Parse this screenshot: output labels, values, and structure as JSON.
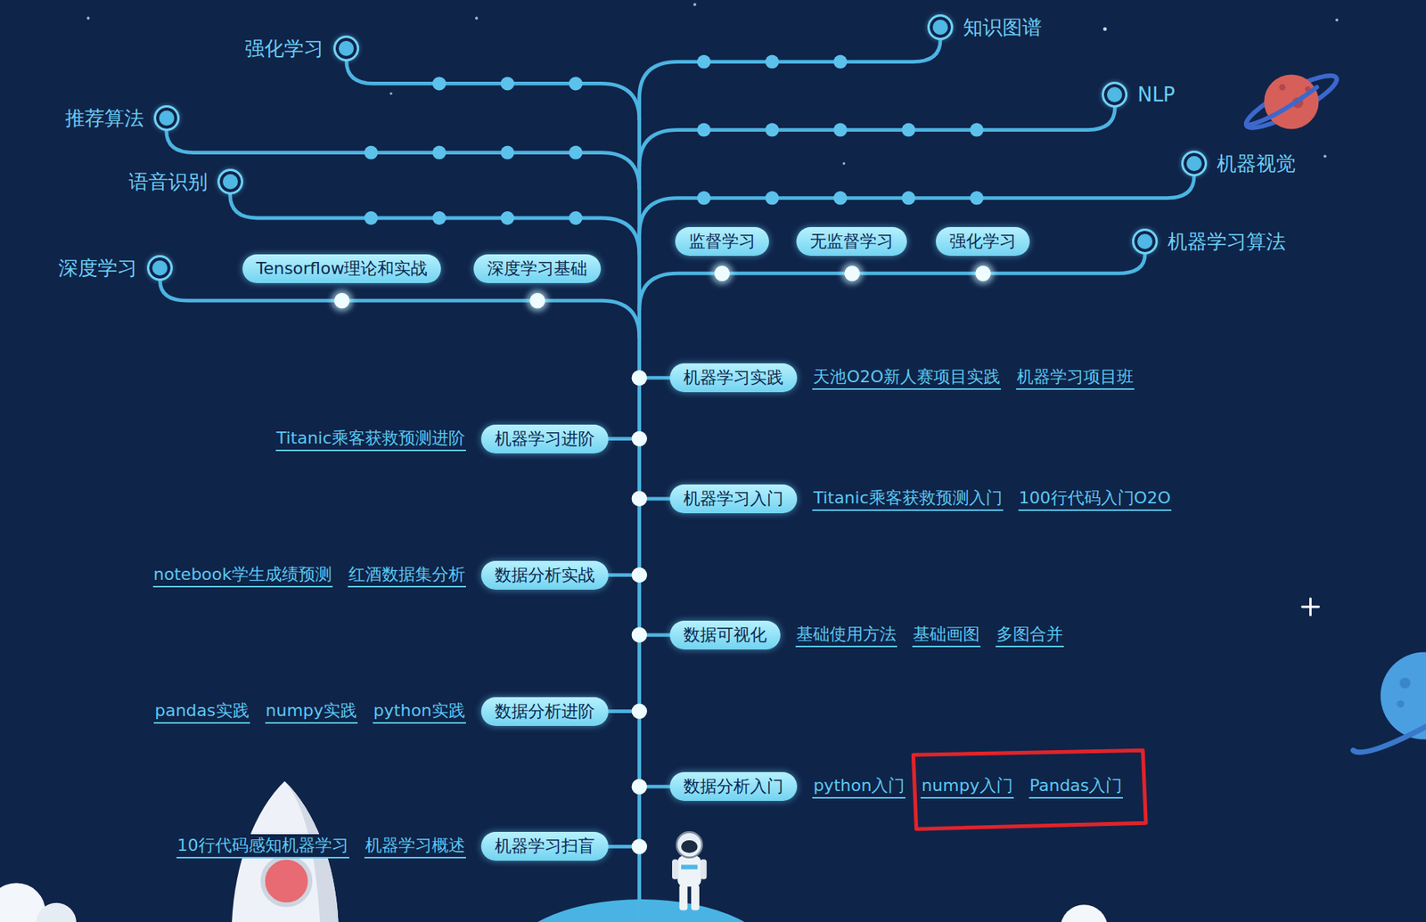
{
  "diagram": {
    "nodes": [
      {
        "text": [
          "知识图谱"
        ]
      },
      {
        "text": [
          "强化学习"
        ]
      },
      {
        "text": [
          "NLP"
        ]
      },
      {
        "text": [
          "推荐算法"
        ]
      },
      {
        "text": [
          "机器视觉"
        ]
      },
      {
        "text": [
          "语音识别"
        ]
      },
      {
        "text": [
          "机器学习算法"
        ]
      },
      {
        "text": [
          "监督学习"
        ]
      },
      {
        "text": [
          "无监督学习"
        ]
      },
      {
        "text": [
          "强化学习"
        ]
      },
      {
        "text": [
          "深度学习"
        ]
      },
      {
        "text": [
          "Tensorflow理论和实战"
        ]
      },
      {
        "text": [
          "深度学习基础"
        ]
      },
      {
        "text": [
          "机器学习实践"
        ]
      },
      {
        "text": [
          "机器学习进阶"
        ]
      },
      {
        "text": [
          "机器学习入门"
        ]
      },
      {
        "text": [
          "数据分析实战"
        ]
      },
      {
        "text": [
          "数据可视化"
        ]
      },
      {
        "text": [
          "数据分析进阶"
        ]
      },
      {
        "text": [
          "数据分析入门"
        ]
      },
      {
        "text": [
          "机器学习扫盲"
        ]
      }
    ],
    "labels": [
      "天池O2O新人赛项目实践",
      "机器学习项目班",
      "Titanic乘客获救预测进阶",
      "Titanic乘客获救预测入门",
      "100行代码入门O2O",
      "notebook学生成绩预测",
      "红酒数据集分析",
      "基础使用方法",
      "基础画图",
      "多图合并",
      "pandas实践",
      "numpy实践",
      "python实践",
      "python入门",
      "numpy入门",
      "Pandas入门",
      "10行代码感知机器学习",
      "机器学习概述"
    ]
  }
}
